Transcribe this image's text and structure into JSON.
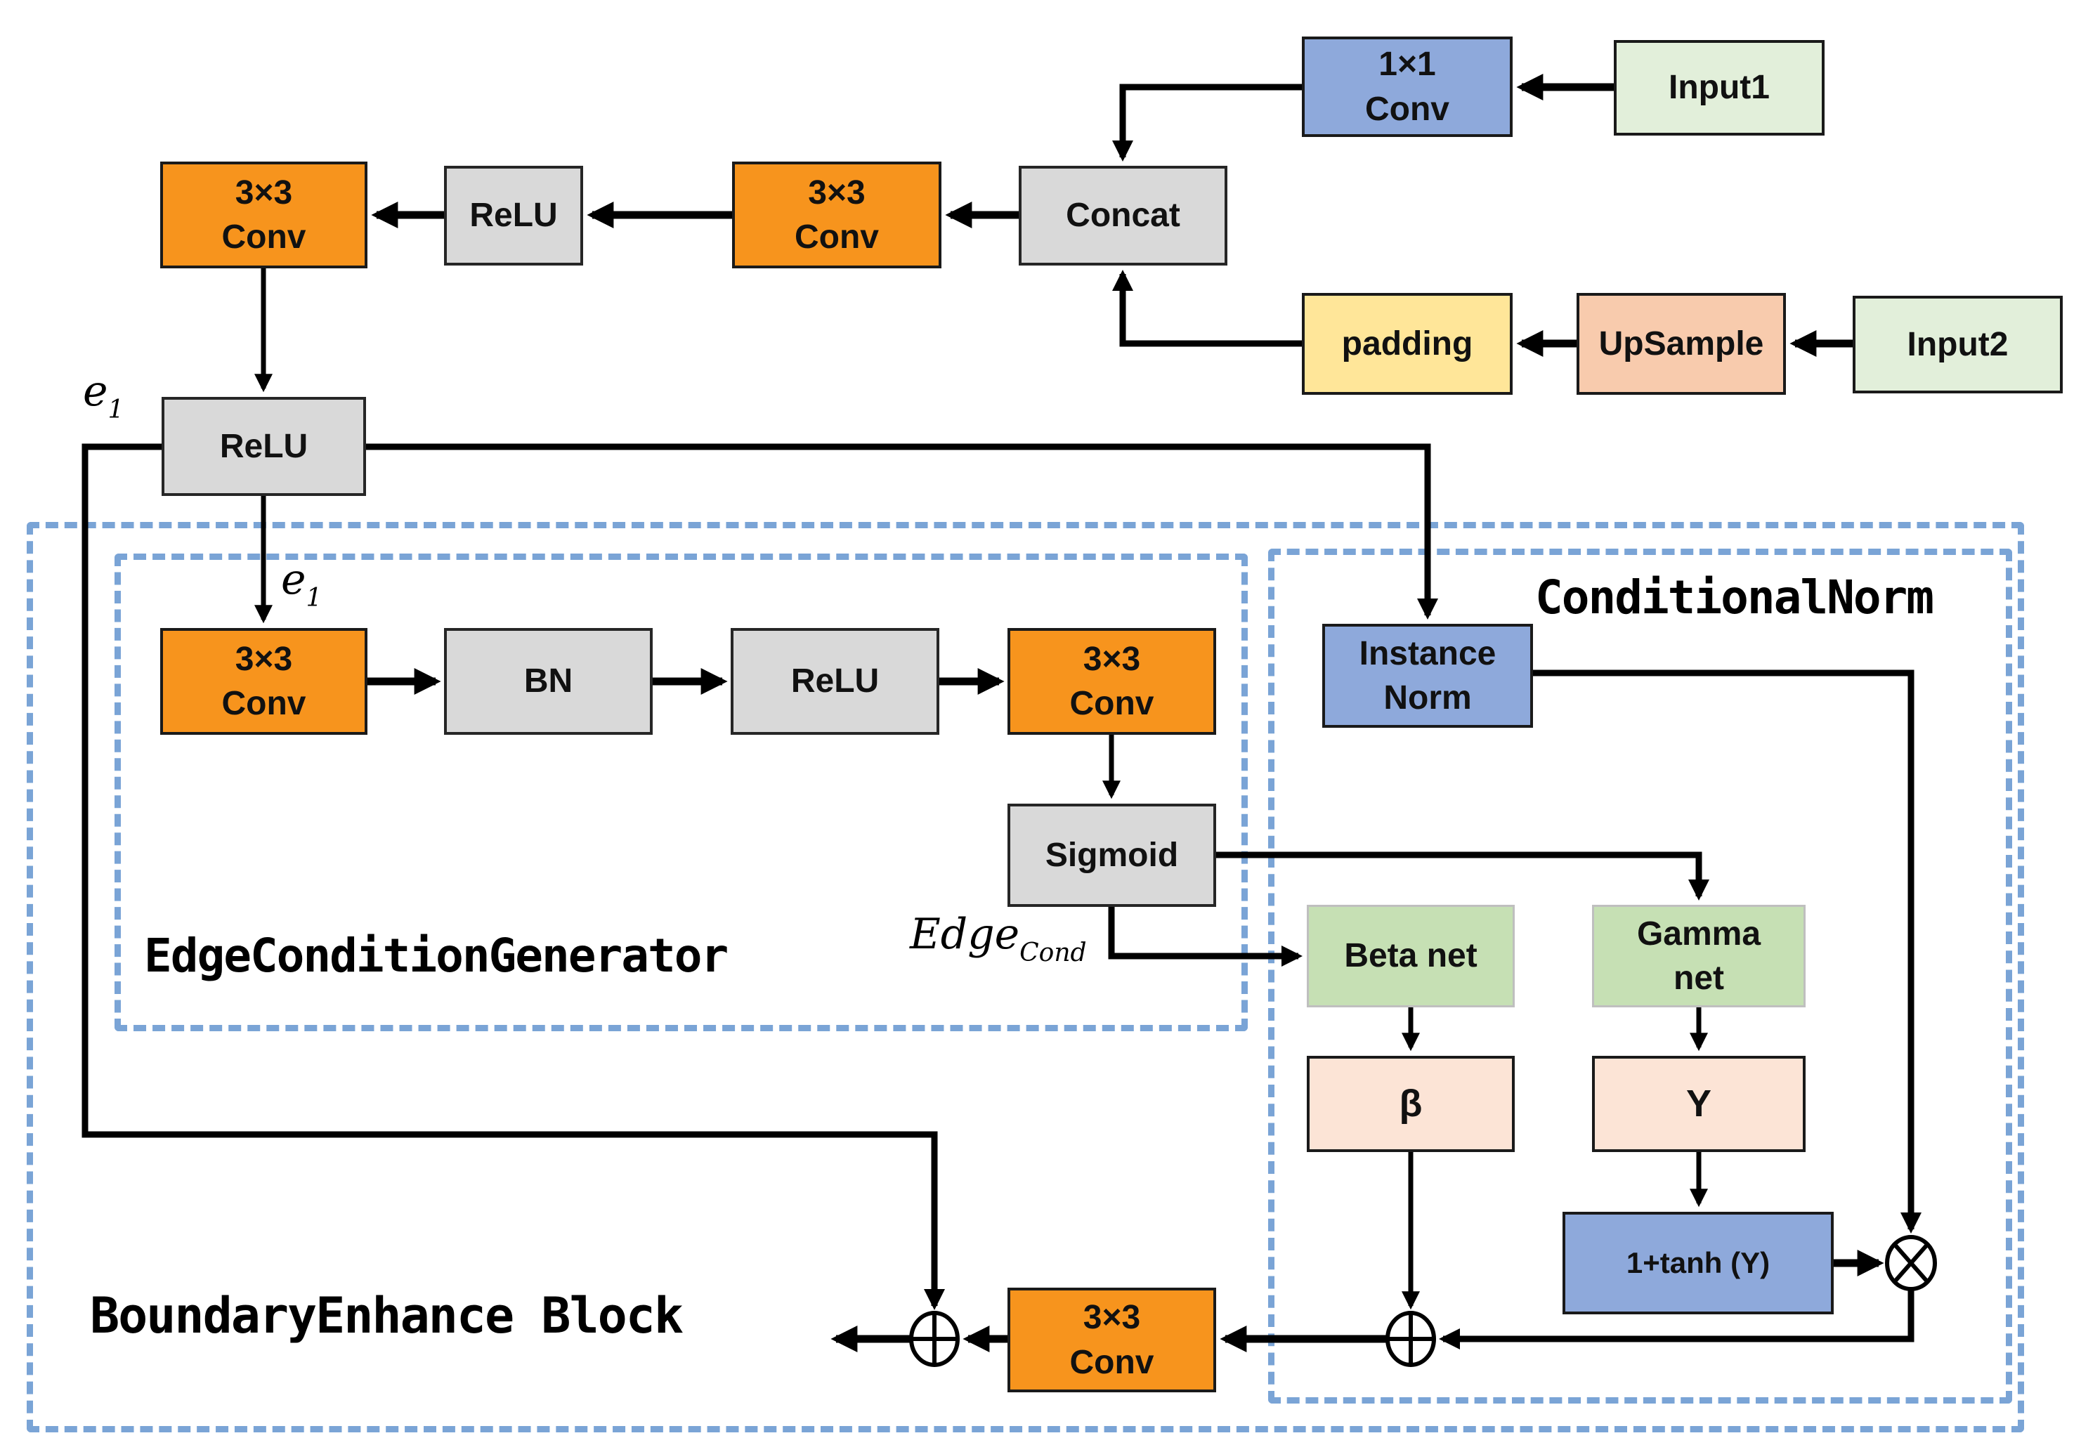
{
  "diagram": {
    "type": "neural-network-block-diagram",
    "groups": {
      "boundary_enhance": {
        "label": "BoundaryEnhance Block"
      },
      "edge_condition_generator": {
        "label": "EdgeConditionGenerator"
      },
      "conditional_norm": {
        "label": "ConditionalNorm"
      }
    },
    "nodes": {
      "conv1x1": {
        "line1": "1×1",
        "line2": "Conv"
      },
      "input1": {
        "label": "Input1"
      },
      "conv3x3_a": {
        "line1": "3×3",
        "line2": "Conv"
      },
      "relu_a": {
        "label": "ReLU"
      },
      "conv3x3_b": {
        "line1": "3×3",
        "line2": "Conv"
      },
      "concat": {
        "label": "Concat"
      },
      "padding": {
        "label": "padding"
      },
      "upsample": {
        "label": "UpSample"
      },
      "input2": {
        "label": "Input2"
      },
      "relu_main": {
        "label": "ReLU"
      },
      "conv3x3_c": {
        "line1": "3×3",
        "line2": "Conv"
      },
      "bn": {
        "label": "BN"
      },
      "relu_b": {
        "label": "ReLU"
      },
      "conv3x3_d": {
        "line1": "3×3",
        "line2": "Conv"
      },
      "instance_norm": {
        "line1": "Instance",
        "line2": "Norm"
      },
      "sigmoid": {
        "label": "Sigmoid"
      },
      "beta_net": {
        "label": "Beta net"
      },
      "gamma_net": {
        "line1": "Gamma",
        "line2": "net"
      },
      "beta_param": {
        "label": "β"
      },
      "gamma_param": {
        "label": "Y"
      },
      "tanh": {
        "label": "1+tanh (Y)"
      },
      "conv3x3_e": {
        "line1": "3×3",
        "line2": "Conv"
      }
    },
    "annotations": {
      "e1_top": {
        "base": "e",
        "sub": "1"
      },
      "e1_inner": {
        "base": "e",
        "sub": "1"
      },
      "edge_cond": {
        "base": "Edge",
        "sub": "Cond"
      }
    },
    "operators": {
      "multiply": "⊗",
      "add_right": "⊕",
      "add_left": "⊕"
    },
    "colors": {
      "conv_orange": "#F7941D",
      "op_gray": "#D9D9D9",
      "norm_blue": "#8EA9DB",
      "input_green": "#E2EFDA",
      "net_green": "#C6E0B4",
      "padding_yellow": "#FFE699",
      "upsample_peach": "#F8CBAD",
      "param_peach": "#FCE4D6",
      "dashed_border_blue": "#7AA4D6",
      "line_black": "#000000"
    }
  }
}
